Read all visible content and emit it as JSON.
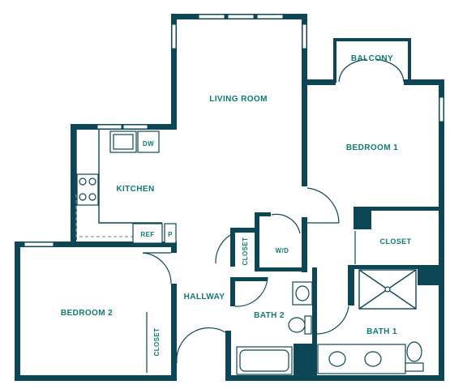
{
  "plan": {
    "rooms": {
      "living_room": "LIVING ROOM",
      "balcony": "BALCONY",
      "bedroom_1": "BEDROOM 1",
      "kitchen": "KITCHEN",
      "dw": "DW",
      "ref": "REF",
      "pantry": "P",
      "closet_main": "CLOSET",
      "closet_hall": "CLOSET",
      "wd": "W/D",
      "bedroom_2": "BEDROOM 2",
      "closet_bed2": "CLOSET",
      "hallway": "HALLWAY",
      "bath_2": "BATH 2",
      "bath_1": "BATH 1"
    },
    "colors": {
      "wall": "#0d4654",
      "label": "#0f7a73"
    }
  }
}
